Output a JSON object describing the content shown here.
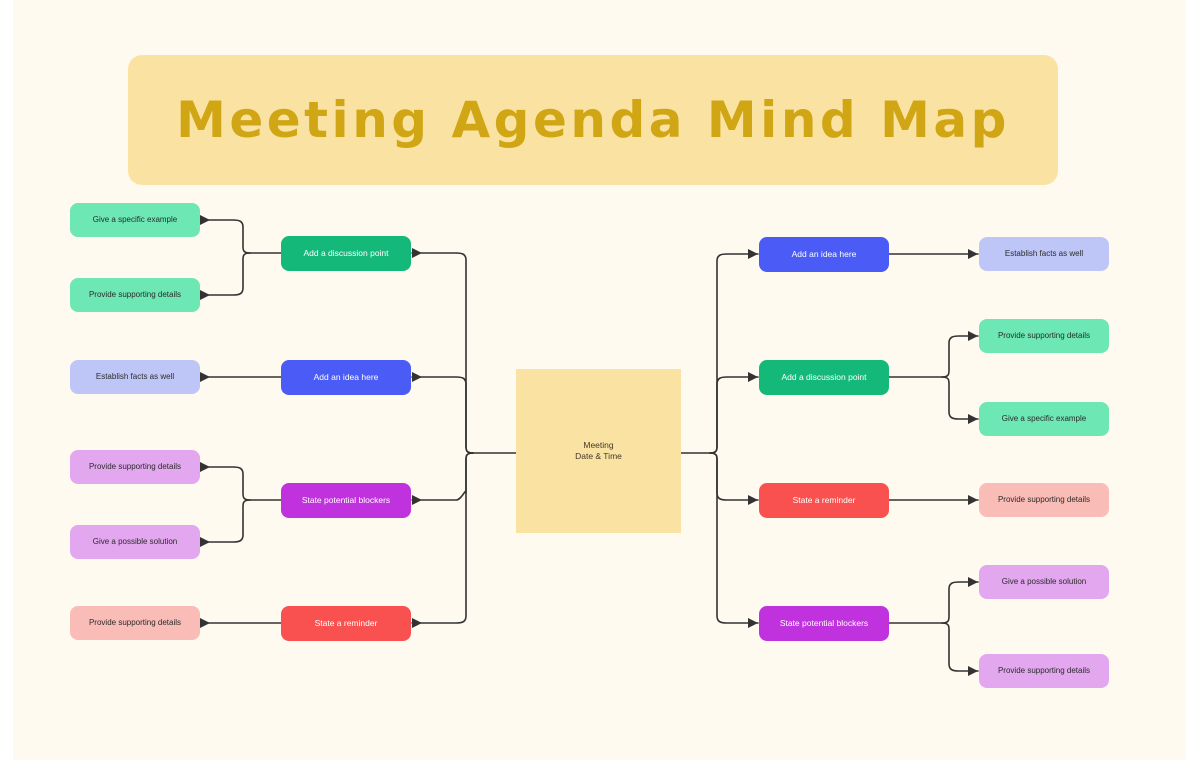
{
  "document": {
    "title": "Meeting Agenda Mind Map",
    "canvas_background": "#FFFAF0",
    "page_background": "#ffffff"
  },
  "banner": {
    "label": "Meeting Agenda Mind Map",
    "background": "#FAE3A2",
    "text_color": "#D1A615"
  },
  "center": {
    "label": "Meeting\nDate & Time",
    "line1": "Meeting",
    "line2": "Date & Time",
    "background": "#FAE3A2",
    "text_color": "#43372a"
  },
  "palette": {
    "green_main": "#14B97A",
    "green_leaf": "#6DE7B4",
    "blue_main": "#4A5CF5",
    "blue_leaf": "#BEC6F7",
    "purple_main": "#C032DE",
    "purple_leaf": "#E2A7EE",
    "red_main": "#F9514F",
    "red_leaf": "#F9BCB6",
    "wire": "#333333"
  },
  "chart_data": {
    "type": "diagram",
    "diagram_kind": "mind-map",
    "title": "Meeting Agenda Mind Map",
    "root": "Meeting Date & Time",
    "branches": [
      {
        "side": "left",
        "label": "Add a discussion point",
        "color": "#14B97A",
        "children": [
          "Give a specific example",
          "Provide supporting details"
        ]
      },
      {
        "side": "left",
        "label": "Add an idea here",
        "color": "#4A5CF5",
        "children": [
          "Establish facts as well"
        ]
      },
      {
        "side": "left",
        "label": "State potential blockers",
        "color": "#C032DE",
        "children": [
          "Provide supporting details",
          "Give a possible solution"
        ]
      },
      {
        "side": "left",
        "label": "State a reminder",
        "color": "#F9514F",
        "children": [
          "Provide supporting details"
        ]
      },
      {
        "side": "right",
        "label": "Add an idea here",
        "color": "#4A5CF5",
        "children": [
          "Establish facts as well"
        ]
      },
      {
        "side": "right",
        "label": "Add a discussion point",
        "color": "#14B97A",
        "children": [
          "Provide supporting details",
          "Give a specific example"
        ]
      },
      {
        "side": "right",
        "label": "State a reminder",
        "color": "#F9514F",
        "children": [
          "Provide supporting details"
        ]
      },
      {
        "side": "right",
        "label": "State potential blockers",
        "color": "#C032DE",
        "children": [
          "Give a possible solution",
          "Provide supporting details"
        ]
      }
    ]
  },
  "nodes": {
    "left": {
      "green": {
        "main": "Add a discussion point",
        "leaf_top": "Give a specific example",
        "leaf_bottom": "Provide supporting details"
      },
      "blue": {
        "main": "Add an idea here",
        "leaf": "Establish facts as well"
      },
      "purple": {
        "main": "State potential blockers",
        "leaf_top": "Provide supporting details",
        "leaf_bottom": "Give a possible solution"
      },
      "red": {
        "main": "State a reminder",
        "leaf": "Provide supporting details"
      }
    },
    "right": {
      "blue": {
        "main": "Add an idea here",
        "leaf": "Establish facts as well"
      },
      "green": {
        "main": "Add a discussion point",
        "leaf_top": "Provide supporting details",
        "leaf_bottom": "Give a specific example"
      },
      "red": {
        "main": "State a reminder",
        "leaf": "Provide supporting details"
      },
      "purple": {
        "main": "State potential blockers",
        "leaf_top": "Give a possible solution",
        "leaf_bottom": "Provide supporting details"
      }
    }
  }
}
